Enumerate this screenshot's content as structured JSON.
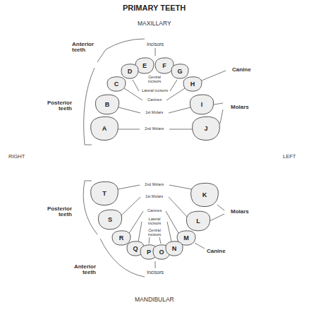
{
  "diagram": {
    "title": "PRIMARY TEETH",
    "nodes": [
      {
        "text": [
          "E"
        ]
      },
      {
        "text": [
          "F"
        ]
      },
      {
        "text": [
          "D"
        ]
      },
      {
        "text": [
          "G"
        ]
      },
      {
        "text": [
          "C"
        ]
      },
      {
        "text": [
          "H"
        ]
      },
      {
        "text": [
          "B"
        ]
      },
      {
        "text": [
          "I"
        ]
      },
      {
        "text": [
          "A"
        ]
      },
      {
        "text": [
          "J"
        ]
      },
      {
        "text": [
          "T"
        ]
      },
      {
        "text": [
          "K"
        ]
      },
      {
        "text": [
          "S"
        ]
      },
      {
        "text": [
          "L"
        ]
      },
      {
        "text": [
          "R"
        ]
      },
      {
        "text": [
          "M"
        ]
      },
      {
        "text": [
          "Q"
        ]
      },
      {
        "text": [
          "P"
        ]
      },
      {
        "text": [
          "O"
        ]
      },
      {
        "text": [
          "N"
        ]
      }
    ],
    "labels": [
      "MAXILLARY",
      "Anterior teeth",
      "Incisors",
      "Canine",
      "Posterior teeth",
      "Molars",
      "Central incisors",
      "Lateral incisors",
      "Canines",
      "1st Molars",
      "2nd Molars",
      "RIGHT",
      "LEFT",
      "2nd Molars",
      "1st Molars",
      "Posterior teeth",
      "Molars",
      "Canines",
      "Lateral incisors",
      "Central incisors",
      "Canine",
      "Anterior teeth",
      "Incisors",
      "MANDIBULAR"
    ]
  }
}
